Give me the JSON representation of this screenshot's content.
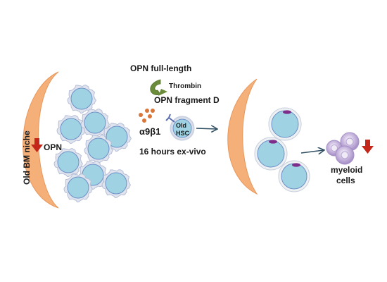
{
  "labels": {
    "opn_full_length": "OPN full-length",
    "thrombin": "Thrombin",
    "opn_fragment_d": "OPN fragment D",
    "integrin": "α9β1",
    "old_hsc_line1": "Old",
    "old_hsc_line2": "HSC",
    "ex_vivo": "16 hours ex-vivo",
    "old_bm_niche": "Old BM niche",
    "opn": "OPN",
    "myeloid_line1": "myeloid",
    "myeloid_line2": "cells"
  },
  "colors": {
    "niche": "#f5b07a",
    "niche_stroke": "#e8975a",
    "cell_fill": "#9fd3e3",
    "cell_stroke": "#6d8fc6",
    "halo": "#dde3ee",
    "down_arrow": "#c4271a",
    "fragment_dot": "#d9773a",
    "thrombin_hook": "#6b8c3a",
    "purple_mark": "#7e2d8a",
    "myeloid": "#c5b3dc",
    "arrow": "#2f4f63"
  }
}
